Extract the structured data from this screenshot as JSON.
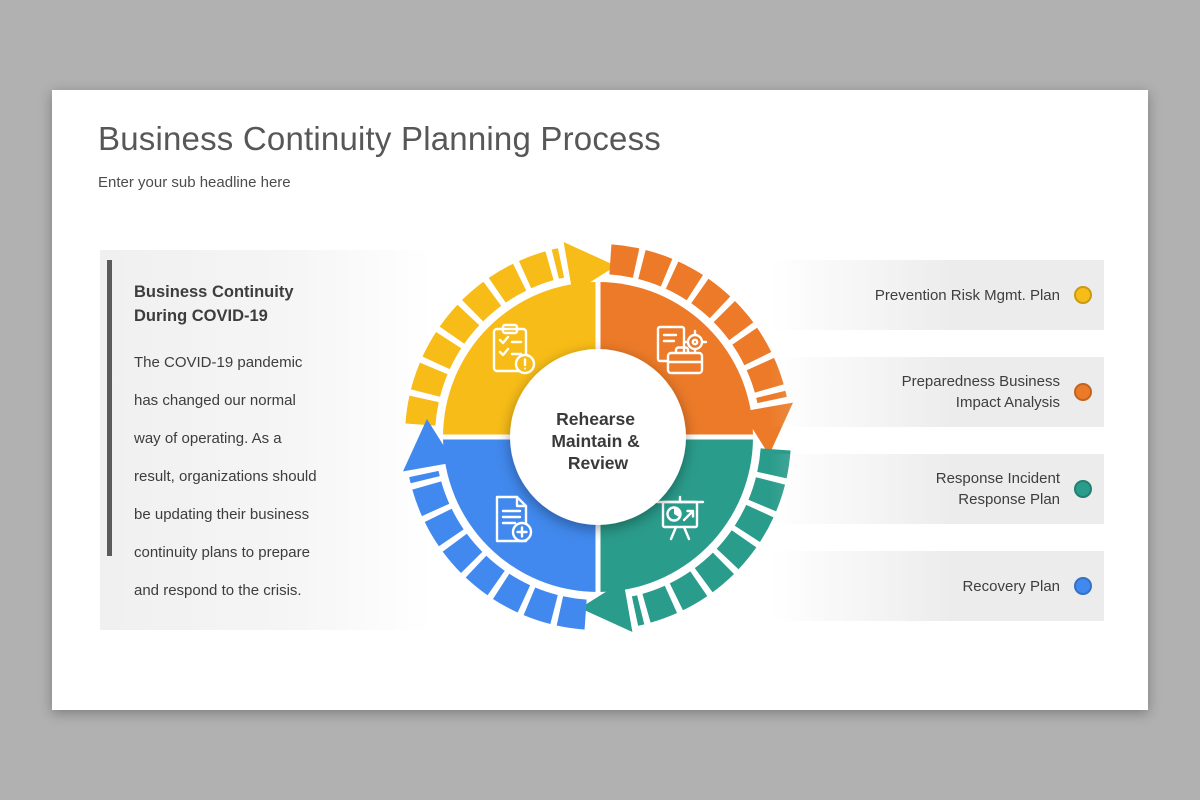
{
  "slide": {
    "title": "Business Continuity Planning Process",
    "subtitle": "Enter your sub headline here"
  },
  "left_panel": {
    "heading": "Business Continuity\nDuring COVID-19",
    "body": "The COVID-19 pandemic\nhas changed our normal\nway of operating. As a\nresult, organizations should\nbe updating their business\ncontinuity plans to prepare\nand respond to the crisis."
  },
  "diagram": {
    "center_lines": [
      "Rehearse",
      "Maintain &",
      "Review"
    ],
    "segments": [
      {
        "position": "top-left",
        "color": "#F7BC17",
        "icon": "clipboard-checklist-warning-icon"
      },
      {
        "position": "top-right",
        "color": "#EC7A28",
        "icon": "briefcase-gear-document-icon"
      },
      {
        "position": "bottom-right",
        "color": "#2A9C8B",
        "icon": "presentation-chart-icon"
      },
      {
        "position": "bottom-left",
        "color": "#4189EE",
        "icon": "document-medical-warning-icon"
      }
    ]
  },
  "legend": [
    {
      "label": "Prevention Risk Mgmt. Plan",
      "color": "#F7BC17"
    },
    {
      "label": "Preparedness Business\nImpact Analysis",
      "color": "#EC7A28"
    },
    {
      "label": "Response Incident\nResponse Plan",
      "color": "#2A9C8B"
    },
    {
      "label": "Recovery Plan",
      "color": "#4189EE"
    }
  ]
}
